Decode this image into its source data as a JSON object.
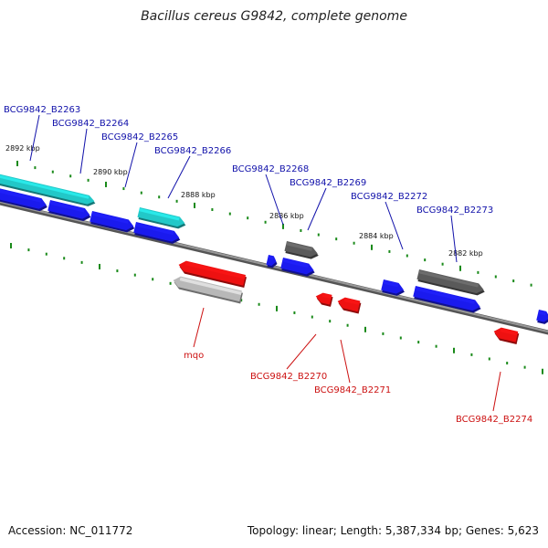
{
  "title": "Bacillus cereus G9842, complete genome",
  "footer": {
    "accession": "Accession: NC_011772",
    "summary": "Topology: linear; Length: 5,387,334 bp; Genes: 5,623"
  },
  "colors": {
    "forward_cds": "#1a1aee",
    "forward_gene": "#22c8c8",
    "forward_other": "#5a5a5a",
    "reverse_cds": "#ee1111",
    "reverse_other": "#b8b8b8",
    "backbone": "#7a7a7a",
    "tick": "#1a8a1a",
    "label_forward": "#1111aa",
    "label_reverse": "#cc1111"
  },
  "kbp_labels": [
    "2892 kbp",
    "2890 kbp",
    "2888 kbp",
    "2886 kbp",
    "2884 kbp",
    "2882 kbp"
  ],
  "forward_gene_labels": [
    "BCG9842_B2263",
    "BCG9842_B2264",
    "BCG9842_B2265",
    "BCG9842_B2266",
    "BCG9842_B2268",
    "BCG9842_B2269",
    "BCG9842_B2272",
    "BCG9842_B2273"
  ],
  "reverse_gene_labels": [
    "mqo",
    "BCG9842_B2270",
    "BCG9842_B2271",
    "BCG9842_B2274"
  ]
}
